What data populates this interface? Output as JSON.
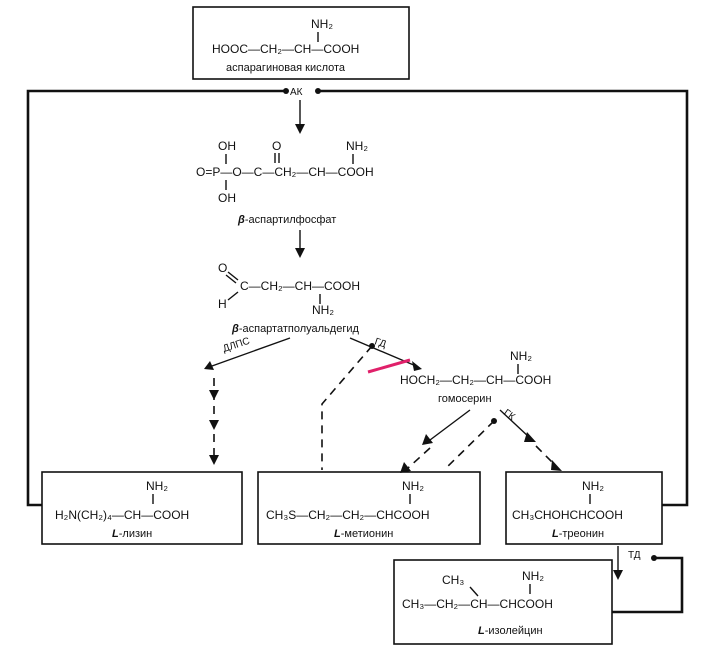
{
  "compounds": {
    "aspartic": {
      "nh2": "NH₂",
      "formula": "HOOC—CH₂—CH—COOH",
      "name": "аспарагиновая кислота"
    },
    "phosphate": {
      "oh_top": "OH",
      "oh_bottom": "OH",
      "o_dbl": "O",
      "nh2": "NH₂",
      "formula": "O=P—O—C—CH₂—CH—COOH",
      "name_prefix": "β",
      "name": "-аспартилфосфат"
    },
    "semialdehyde": {
      "o": "O",
      "h": "H",
      "formula": "C—CH₂—CH—COOH",
      "nh2": "NH₂",
      "name_prefix": "β",
      "name": "-аспартатполуальдегид"
    },
    "homoserine": {
      "nh2": "NH₂",
      "formula": "HOCH₂—CH₂—CH—COOH",
      "name": "гомосерин"
    },
    "lysine": {
      "nh2": "NH₂",
      "formula": "H₂N(CH₂)₄—CH—COOH",
      "name_prefix": "L",
      "name": "-лизин"
    },
    "methionine": {
      "nh2": "NH₂",
      "formula": "CH₃S—CH₂—CH₂—CHCOOH",
      "name_prefix": "L",
      "name": "-метионин"
    },
    "threonine": {
      "nh2": "NH₂",
      "formula": "CH₃CHOHCHCOOH",
      "name_prefix": "L",
      "name": "-треонин"
    },
    "isoleucine": {
      "ch3": "CH₃",
      "nh2": "NH₂",
      "formula": "CH₃—CH₂—CH—CHCOOH",
      "name_prefix": "L",
      "name": "-изолейцин"
    }
  },
  "enzymes": {
    "ak": "АК",
    "gd": "ГД",
    "dlps": "ДЛПС",
    "gk": "ГК",
    "td": "ТД"
  }
}
